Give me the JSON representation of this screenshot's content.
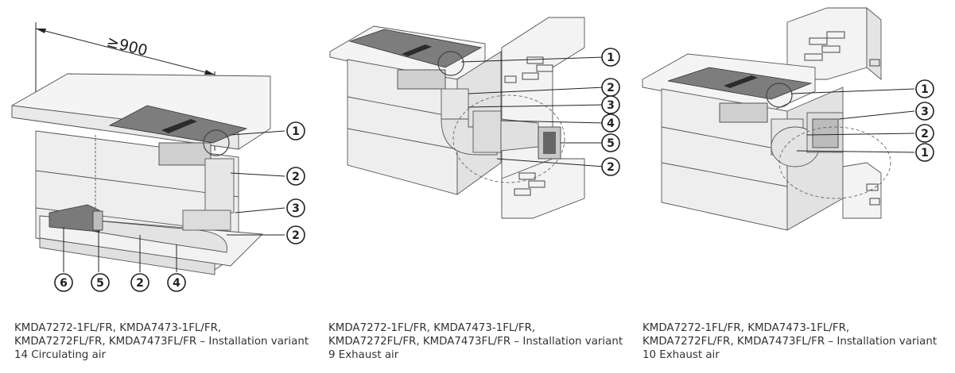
{
  "panels": [
    {
      "dimension_label": "≥900",
      "callouts": [
        "1",
        "2",
        "3",
        "2",
        "6",
        "5",
        "2",
        "4"
      ],
      "caption": "KMDA7272-1FL/FR, KMDA7473-1FL/FR, KMDA7272FL/FR, KMDA7473FL/FR – Installation variant 14 Circulating air"
    },
    {
      "callouts": [
        "1",
        "2",
        "3",
        "4",
        "5",
        "2"
      ],
      "caption": "KMDA7272-1FL/FR, KMDA7473-1FL/FR, KMDA7272FL/FR, KMDA7473FL/FR – Installation variant 9 Exhaust air"
    },
    {
      "callouts": [
        "1",
        "3",
        "2",
        "1"
      ],
      "caption": "KMDA7272-1FL/FR, KMDA7473-1FL/FR, KMDA7272FL/FR, KMDA7473FL/FR – Installation variant 10 Exhaust air"
    }
  ],
  "colors": {
    "background": "#ffffff",
    "cabinet_face": "#ededed",
    "countertop": "#f4f4f4",
    "cooktop": "#7d7d7d",
    "duct": "#e6e6e6",
    "line": "#222222",
    "caption_text": "#333333"
  }
}
